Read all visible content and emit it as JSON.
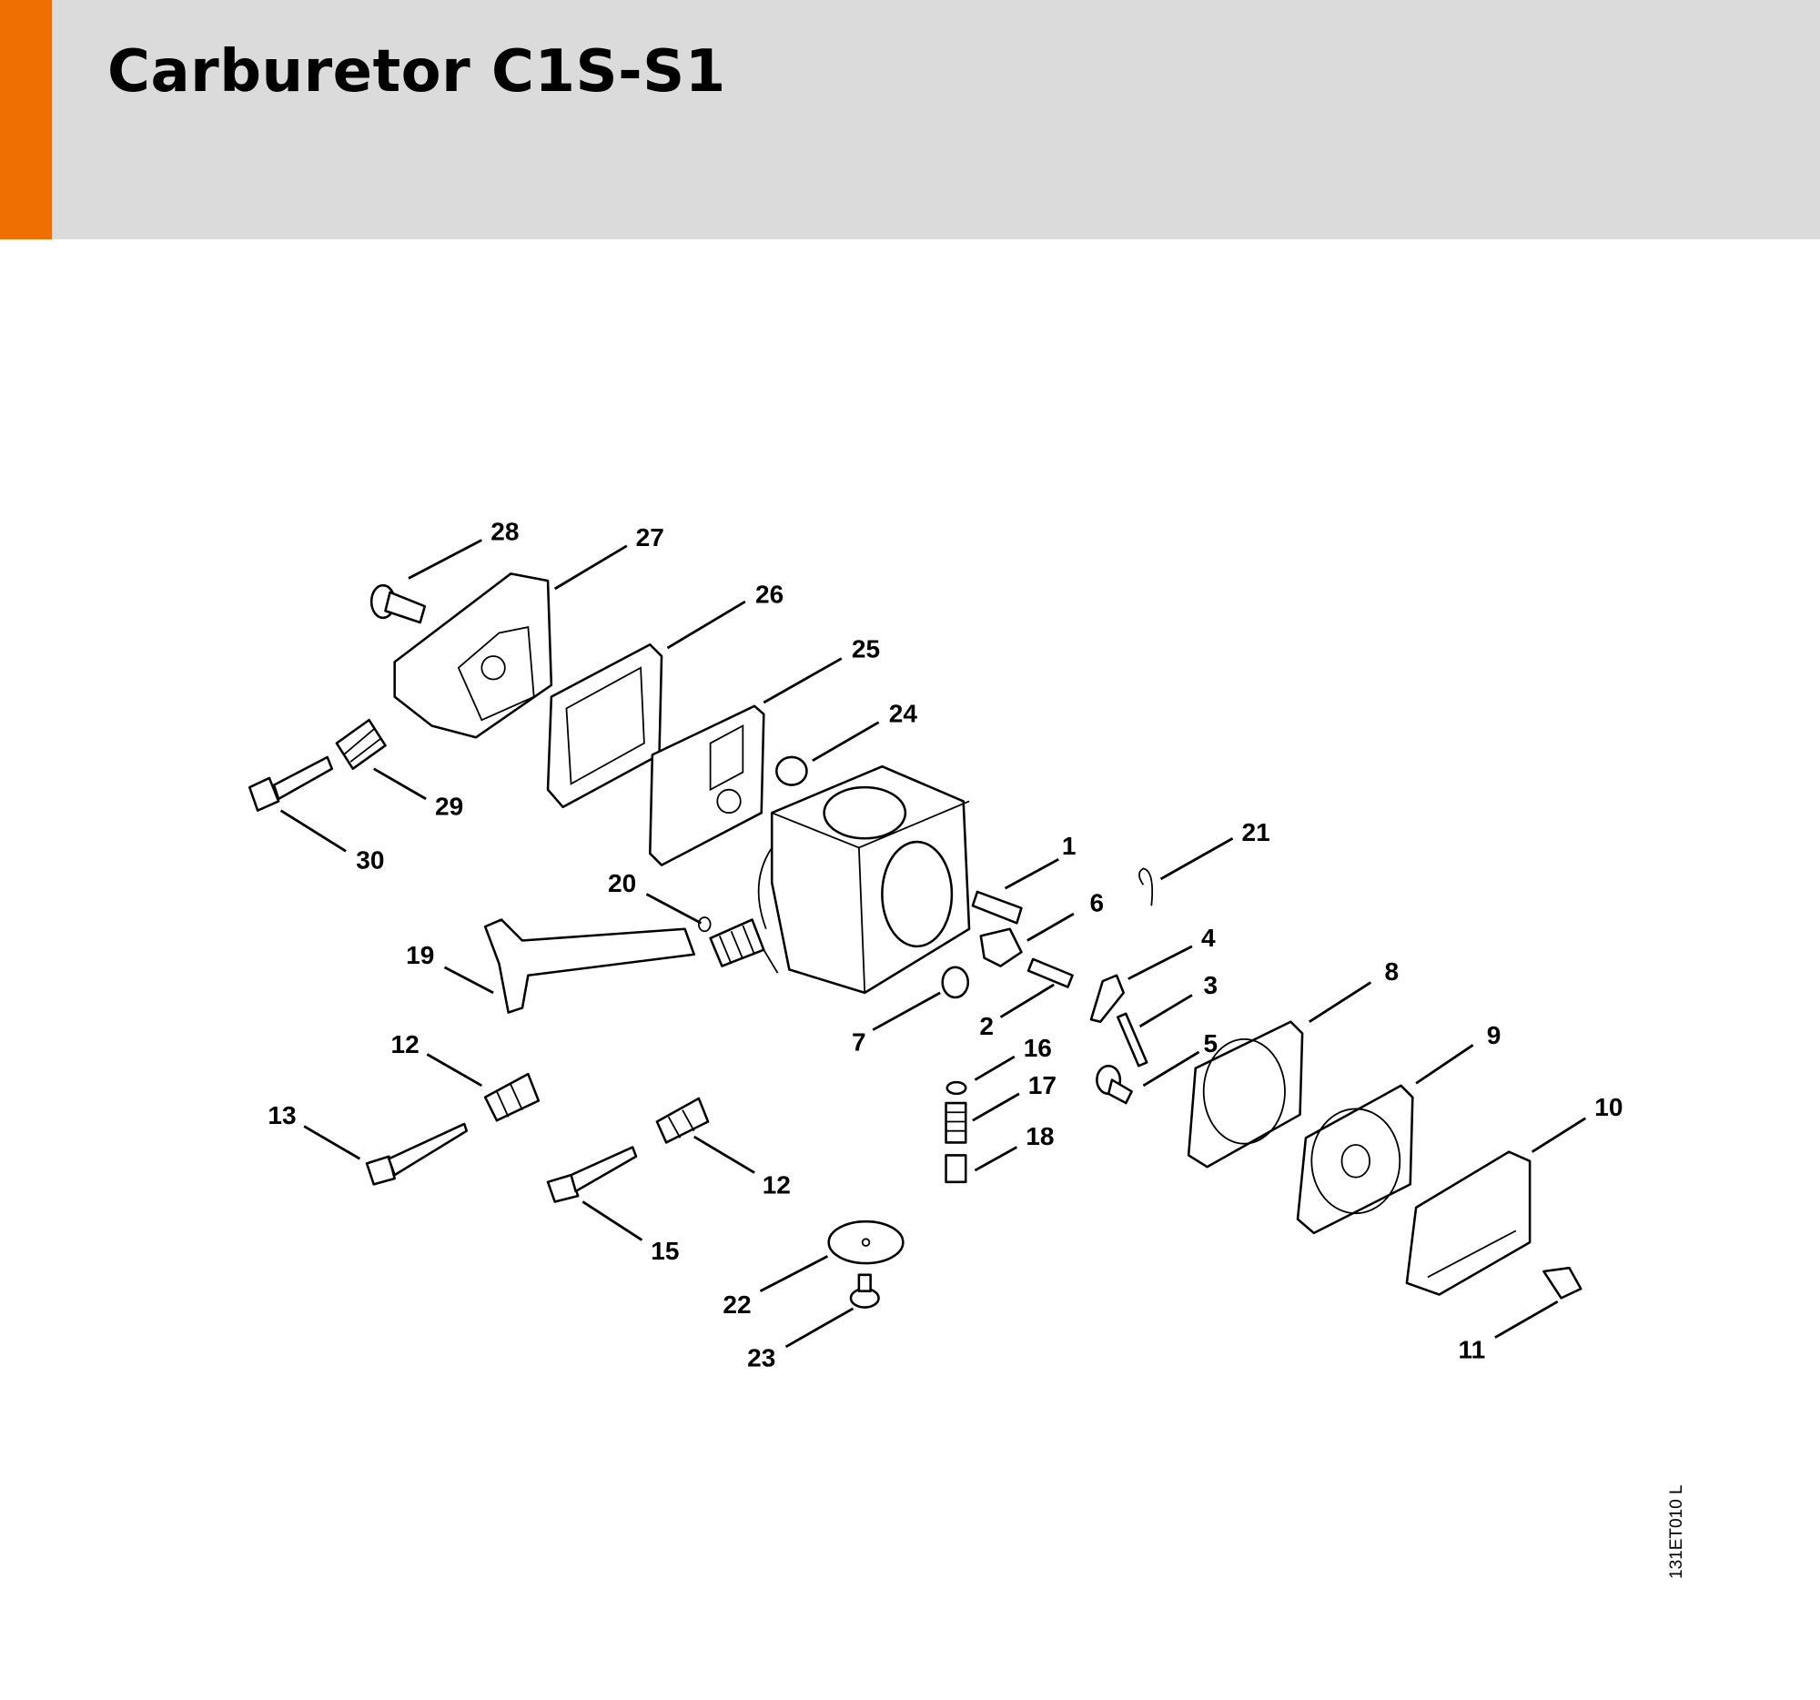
{
  "header": {
    "title": "Carburetor C1S-S1",
    "accent_color": "#ef7000",
    "background_color": "#dadbda"
  },
  "diagram": {
    "drawing_code": "131ET010 L",
    "callouts": [
      "1",
      "2",
      "3",
      "4",
      "5",
      "6",
      "7",
      "8",
      "9",
      "10",
      "11",
      "12",
      "12",
      "13",
      "15",
      "16",
      "17",
      "18",
      "19",
      "20",
      "21",
      "22",
      "23",
      "24",
      "25",
      "26",
      "27",
      "28",
      "29",
      "30"
    ]
  }
}
